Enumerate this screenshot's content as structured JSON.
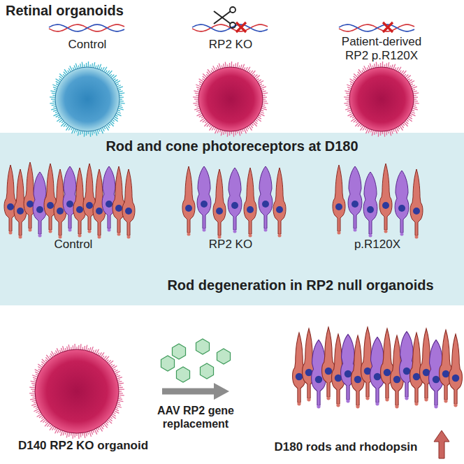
{
  "diagram": {
    "title": "Retinal organoids",
    "nodes": [
      {
        "text": [
          "Control"
        ]
      },
      {
        "text": [
          "RP2 KO"
        ]
      },
      {
        "text": [
          "Patient-derived RP2 p.R120X"
        ]
      },
      {
        "text": [
          "Rod and cone photoreceptors at D180",
          "Control",
          "RP2 KO",
          "p.R120X",
          "Rod degeneration in RP2 null organoids"
        ]
      },
      {
        "text": [
          "D140 RP2 KO organoid"
        ]
      },
      {
        "text": [
          "D180 rods and rhodopsin"
        ]
      }
    ],
    "edges": [
      {
        "from": 4,
        "to": 5,
        "arrow": "to",
        "label": "AAV RP2 gene replacement"
      }
    ]
  }
}
